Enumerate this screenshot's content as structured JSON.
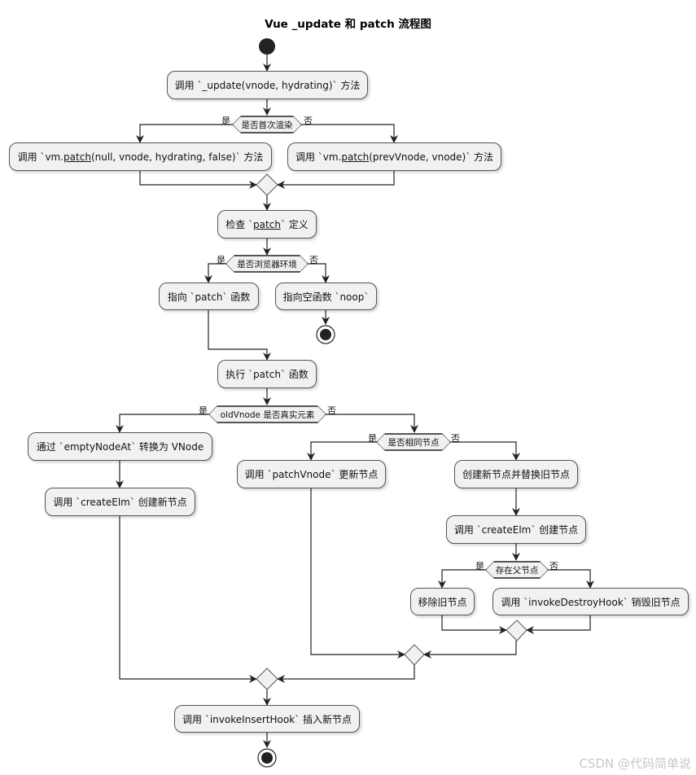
{
  "title": "Vue _update 和 patch 流程图",
  "nodes": {
    "call_update": "调用 `_update(vnode, hydrating)` 方法",
    "vm_patch_first_pre": "调用 `vm.",
    "vm_patch_first_link": "patch",
    "vm_patch_first_post": "(null, vnode, hydrating, false)` 方法",
    "vm_patch_update_pre": "调用 `vm.",
    "vm_patch_update_link": "patch",
    "vm_patch_update_post": "(prevVnode, vnode)` 方法",
    "check_patch_pre": "检查 `",
    "check_patch_link": "patch",
    "check_patch_post": "` 定义",
    "point_patch": "指向 `patch` 函数",
    "point_noop": "指向空函数 `noop`",
    "exec_patch": "执行 `patch` 函数",
    "empty_node_at": "通过 `emptyNodeAt` 转换为 VNode",
    "create_elm_new": "调用 `createElm` 创建新节点",
    "patch_vnode": "调用 `patchVnode` 更新节点",
    "create_replace": "创建新节点并替换旧节点",
    "create_elm": "调用 `createElm` 创建节点",
    "remove_old": "移除旧节点",
    "destroy_hook": "调用 `invokeDestroyHook` 销毁旧节点",
    "insert_hook": "调用 `invokeInsertHook` 插入新节点"
  },
  "conditions": {
    "first_render": "是否首次渲染",
    "browser_env": "是否浏览器环境",
    "is_real_element": "oldVnode 是否真实元素",
    "same_node": "是否相同节点",
    "has_parent": "存在父节点"
  },
  "branch_labels": {
    "yes": "是",
    "no": "否"
  },
  "watermark": "CSDN @代码简单说",
  "colors": {
    "node_fill": "#f1f1f1",
    "border": "#555555",
    "line": "#222222",
    "terminal": "#222222"
  }
}
